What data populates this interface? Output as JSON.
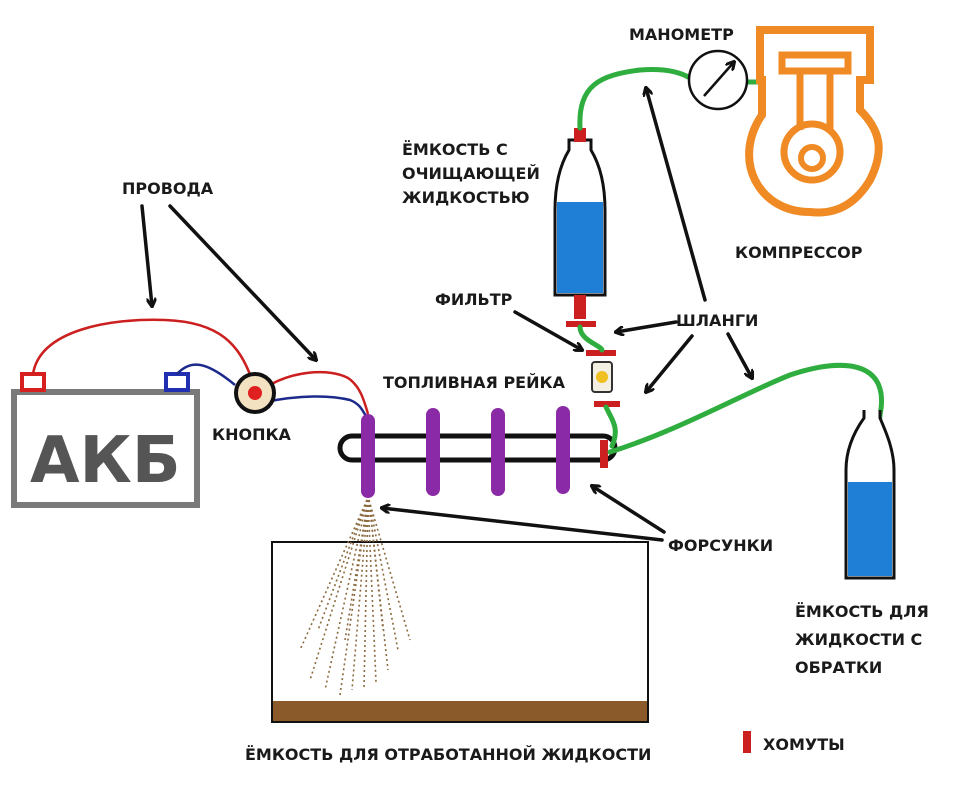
{
  "labels": {
    "battery": "АКБ",
    "wires": "ПРОВОДА",
    "button": "КНОПКА",
    "fuel_rail": "ТОПЛИВНАЯ РЕЙКА",
    "injectors": "ФОРСУНКИ",
    "filter": "ФИЛЬТР",
    "hoses": "ШЛАНГИ",
    "manometer": "МАНОМЕТР",
    "compressor": "КОМПРЕССОР",
    "clamps": "ХОМУТЫ",
    "cleaning_tank": [
      "ЁМКОСТЬ С",
      "ОЧИЩАЮЩЕЙ",
      "ЖИДКОСТЬЮ"
    ],
    "return_tank": [
      "ЁМКОСТЬ ДЛЯ",
      "ЖИДКОСТИ С",
      "ОБРАТКИ"
    ],
    "waste_tank": "ЁМКОСТЬ ДЛЯ ОТРАБОТАННОЙ ЖИДКОСТИ"
  },
  "colors": {
    "hose": "#2fae3f",
    "injector": "#8b2aa6",
    "clamp": "#cc1f1f",
    "liquid": "#1f7ed6",
    "compressor": "#f08a24",
    "battery": "#7a7a7a",
    "terminal_plus": "#d62020",
    "terminal_minus": "#2030b0",
    "spray": "#8b6a3f",
    "sediment": "#8b5a2b"
  }
}
